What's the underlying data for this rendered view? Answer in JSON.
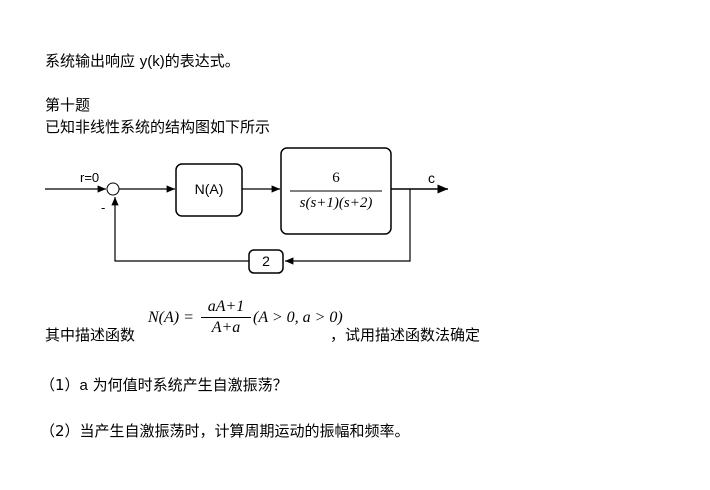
{
  "line1": {
    "text": "系统输出响应",
    "var": "y(k)",
    "tail": "的表达式。"
  },
  "section_title": "第十题",
  "intro": "已知非线性系统的结构图如下所示",
  "diagram": {
    "input_label": "r=0",
    "minus_sign": "-",
    "nonlinear_block": "N(A)",
    "plant_numerator": "6",
    "plant_denominator": "s(s+1)(s+2)",
    "output_label": "c",
    "feedback_gain": "2"
  },
  "describing_function": {
    "prefix": "其中描述函数",
    "lhs": "N(A) =",
    "numerator": "aA+1",
    "denominator": "A+a",
    "condition": "(A > 0, a > 0)",
    "suffix": "，试用描述函数法确定"
  },
  "questions": [
    {
      "num": "（1）",
      "var": "a",
      "text": "为何值时系统产生自激振荡？"
    },
    {
      "num": "（2）",
      "text": "当产生自激振荡时，计算周期运动的振幅和频率。"
    }
  ]
}
